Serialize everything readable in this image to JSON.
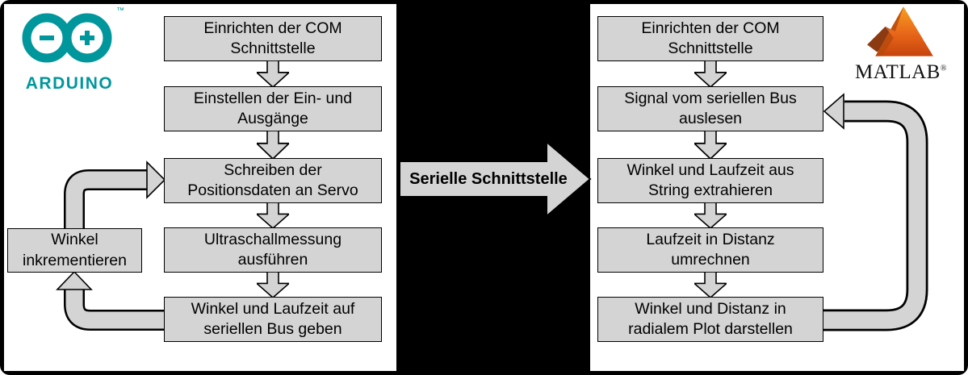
{
  "left_panel": {
    "logo": {
      "brand": "ARDUINO",
      "tm": "™"
    },
    "boxes": [
      {
        "label": "Einrichten der COM Schnittstelle"
      },
      {
        "label": "Einstellen der Ein- und Ausgänge"
      },
      {
        "label": "Schreiben der Positionsdaten an Servo"
      },
      {
        "label": "Ultraschallmessung ausführen"
      },
      {
        "label": "Winkel und Laufzeit auf seriellen Bus geben"
      }
    ],
    "loop_box": {
      "label": "Winkel inkrementieren"
    }
  },
  "connector": {
    "label": "Serielle Schnittstelle"
  },
  "right_panel": {
    "logo": {
      "brand": "MATLAB",
      "reg": "®"
    },
    "boxes": [
      {
        "label": "Einrichten der COM Schnittstelle"
      },
      {
        "label": "Signal vom seriellen Bus auslesen"
      },
      {
        "label": "Winkel und Laufzeit aus String extrahieren"
      },
      {
        "label": "Laufzeit in Distanz umrechnen"
      },
      {
        "label": "Winkel und Distanz in radialem Plot darstellen"
      }
    ]
  },
  "colors": {
    "background": "#000000",
    "panel": "#ffffff",
    "box_fill": "#d4d4d4",
    "box_border": "#000000",
    "arduino_teal": "#00979C",
    "matlab_orange": "#E8661A"
  }
}
